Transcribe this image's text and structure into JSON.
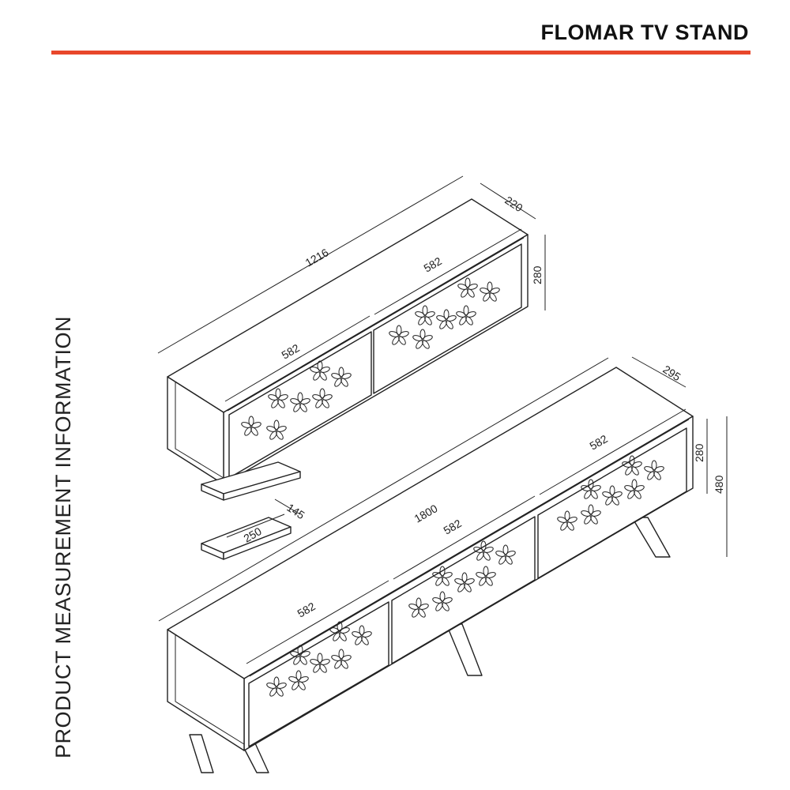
{
  "header": {
    "title": "FLOMAR TV STAND"
  },
  "side": {
    "title": "PRODUCT MEASUREMENT INFORMATION"
  },
  "colors": {
    "accent": "#e8472b",
    "line": "#222222"
  },
  "dimensions": {
    "wall_unit_width": "1216",
    "wall_unit_depth": "220",
    "wall_unit_height": "280",
    "wall_unit_door_left": "582",
    "wall_unit_door_right": "582",
    "shelf_width": "250",
    "shelf_depth": "145",
    "stand_width": "1800",
    "stand_depth": "295",
    "stand_body_height": "280",
    "stand_total_height": "480",
    "stand_door_left": "582",
    "stand_door_middle": "582",
    "stand_door_right": "582"
  }
}
